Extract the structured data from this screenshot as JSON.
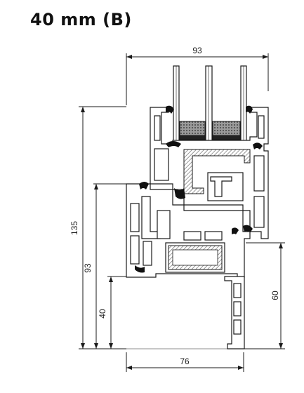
{
  "title": "40 mm (B)",
  "dimensions": {
    "top_width": "93",
    "bottom_width": "76",
    "total_height": "135",
    "frame_height": "93",
    "sill_height": "40",
    "right_height": "60"
  },
  "colors": {
    "line": "#1a1a1a",
    "hatch": "#7a7a7a",
    "gasket": "#111111"
  }
}
